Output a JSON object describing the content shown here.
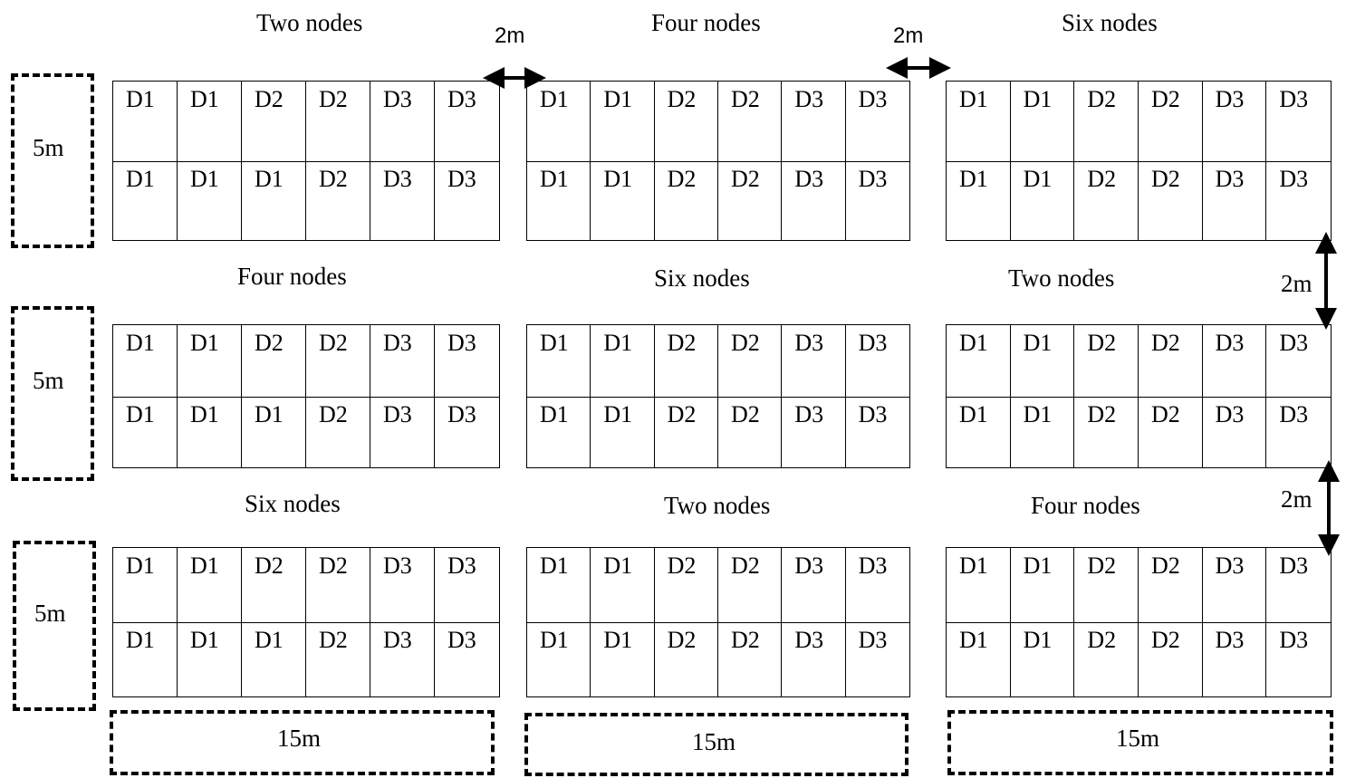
{
  "plots": [
    {
      "title": "Two nodes",
      "rows": [
        [
          "D1",
          "D1",
          "D2",
          "D2",
          "D3",
          "D3"
        ],
        [
          "D1",
          "D1",
          "D1",
          "D2",
          "D3",
          "D3"
        ]
      ]
    },
    {
      "title": "Four nodes",
      "rows": [
        [
          "D1",
          "D1",
          "D2",
          "D2",
          "D3",
          "D3"
        ],
        [
          "D1",
          "D1",
          "D2",
          "D2",
          "D3",
          "D3"
        ]
      ]
    },
    {
      "title": "Six nodes",
      "rows": [
        [
          "D1",
          "D1",
          "D2",
          "D2",
          "D3",
          "D3"
        ],
        [
          "D1",
          "D1",
          "D2",
          "D2",
          "D3",
          "D3"
        ]
      ]
    },
    {
      "title": "Four nodes",
      "rows": [
        [
          "D1",
          "D1",
          "D2",
          "D2",
          "D3",
          "D3"
        ],
        [
          "D1",
          "D1",
          "D1",
          "D2",
          "D3",
          "D3"
        ]
      ]
    },
    {
      "title": "Six nodes",
      "rows": [
        [
          "D1",
          "D1",
          "D2",
          "D2",
          "D3",
          "D3"
        ],
        [
          "D1",
          "D1",
          "D2",
          "D2",
          "D3",
          "D3"
        ]
      ]
    },
    {
      "title": "Two nodes",
      "rows": [
        [
          "D1",
          "D1",
          "D2",
          "D2",
          "D3",
          "D3"
        ],
        [
          "D1",
          "D1",
          "D2",
          "D2",
          "D3",
          "D3"
        ]
      ]
    },
    {
      "title": "Six nodes",
      "rows": [
        [
          "D1",
          "D1",
          "D2",
          "D2",
          "D3",
          "D3"
        ],
        [
          "D1",
          "D1",
          "D1",
          "D2",
          "D3",
          "D3"
        ]
      ]
    },
    {
      "title": "Two nodes",
      "rows": [
        [
          "D1",
          "D1",
          "D2",
          "D2",
          "D3",
          "D3"
        ],
        [
          "D1",
          "D1",
          "D2",
          "D2",
          "D3",
          "D3"
        ]
      ]
    },
    {
      "title": "Four nodes",
      "rows": [
        [
          "D1",
          "D1",
          "D2",
          "D2",
          "D3",
          "D3"
        ],
        [
          "D1",
          "D1",
          "D2",
          "D2",
          "D3",
          "D3"
        ]
      ]
    }
  ],
  "plot_width_label": "15m",
  "plot_height_label": "5m",
  "spacing_label": "2m"
}
